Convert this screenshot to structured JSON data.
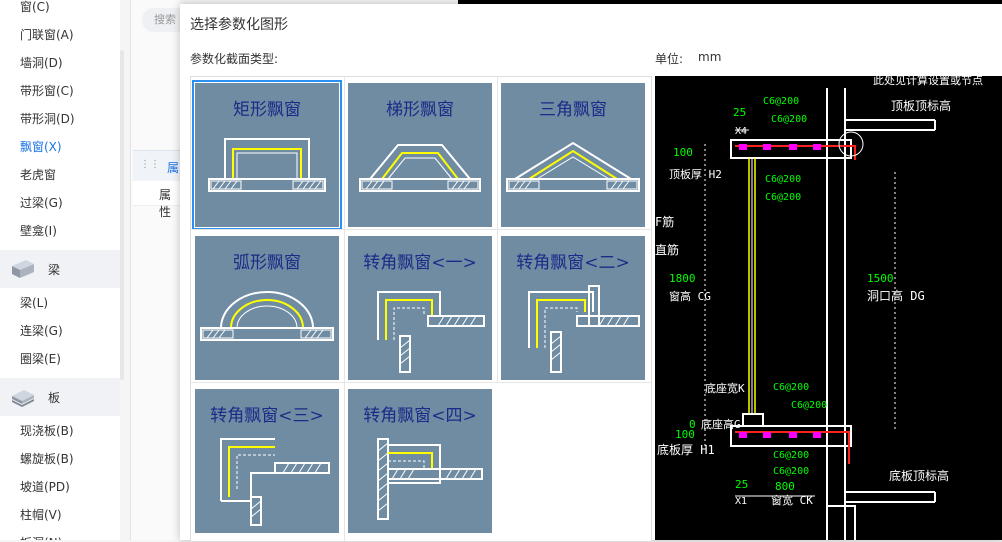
{
  "sidebar": {
    "items_top": [
      {
        "label": "窗(C)"
      },
      {
        "label": "门联窗(A)"
      },
      {
        "label": "墙洞(D)"
      },
      {
        "label": "带形窗(C)"
      },
      {
        "label": "带形洞(D)"
      },
      {
        "label": "飘窗(X)",
        "active": true
      },
      {
        "label": "老虎窗"
      },
      {
        "label": "过梁(G)"
      },
      {
        "label": "壁龛(I)"
      }
    ],
    "group_beam": "梁",
    "items_beam": [
      {
        "label": "梁(L)"
      },
      {
        "label": "连梁(G)"
      },
      {
        "label": "圈梁(E)"
      }
    ],
    "group_slab": "板",
    "items_slab": [
      {
        "label": "现浇板(B)"
      },
      {
        "label": "螺旋板(B)"
      },
      {
        "label": "坡道(PD)"
      },
      {
        "label": "柱帽(V)"
      },
      {
        "label": "板洞(N)"
      }
    ]
  },
  "behind": {
    "search_placeholder": "搜索",
    "prop_tab": "属",
    "prop_row": "属性"
  },
  "dialog": {
    "title": "选择参数化图形",
    "section_label": "参数化截面类型:",
    "unit_label": "单位:",
    "unit_value": "mm",
    "shapes": [
      {
        "name": "矩形飘窗"
      },
      {
        "name": "梯形飘窗"
      },
      {
        "name": "三角飘窗"
      },
      {
        "name": "弧形飘窗"
      },
      {
        "name": "转角飘窗<一>"
      },
      {
        "name": "转角飘窗<二>"
      },
      {
        "name": "转角飘窗<三>"
      },
      {
        "name": "转角飘窗<四>"
      }
    ],
    "selected_index": 0
  },
  "preview": {
    "top_note": "此处见计算设置或节点",
    "top_slab_elev": "顶板顶标高",
    "dim_25_top": "25",
    "x4": "X4",
    "rebar_top_1": "C6@200",
    "rebar_top_2": "C6@200",
    "dim_100_top": "100",
    "top_slab_thk": "顶板厚 H2",
    "rebar_top_3": "C6@200",
    "rebar_top_4": "C6@200",
    "left_text_1": "F筋",
    "left_text_2": "直筋",
    "dim_1800": "1800",
    "window_height": "窗高 CG",
    "dim_1500": "1500",
    "opening_height": "洞口高 DG",
    "seat_width": "底座宽K",
    "seat_height": "底座高G",
    "dim_0": "0",
    "rebar_bot_1": "C6@200",
    "rebar_bot_2": "C6@200",
    "dim_100_bot": "100",
    "bot_slab_thk": "底板厚 H1",
    "rebar_bot_3": "C6@200",
    "rebar_bot_4": "C6@200",
    "dim_25_bot": "25",
    "dim_800": "800",
    "x1": "X1",
    "window_width": "窗宽 CK",
    "bot_slab_elev": "底板顶标高"
  },
  "colors": {
    "accent": "#1a73e8",
    "tile_bg": "#6f8ca3",
    "tile_text": "#1c2a88",
    "cad_green": "#00ff00",
    "cad_red": "#ff2020",
    "cad_magenta": "#ff00ff"
  }
}
